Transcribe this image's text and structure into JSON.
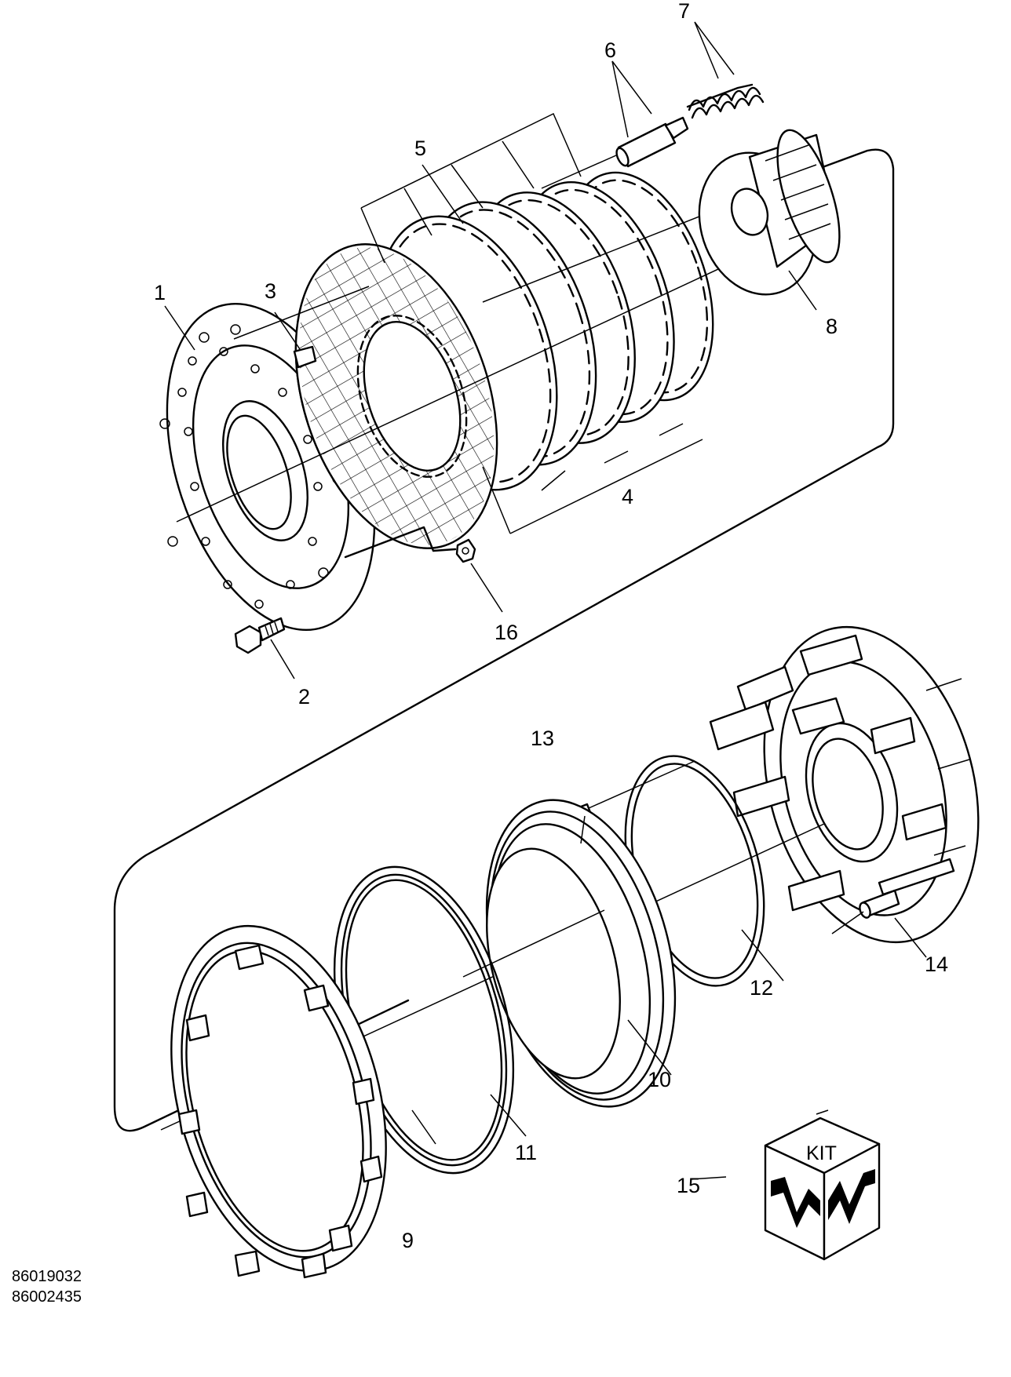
{
  "labels": {
    "n1": "1",
    "n2": "2",
    "n3": "3",
    "n4": "4",
    "n5": "5",
    "n6": "6",
    "n7": "7",
    "n8": "8",
    "n9": "9",
    "n10": "10",
    "n11": "11",
    "n12": "12",
    "n13": "13",
    "n14": "14",
    "n15": "15",
    "n16": "16"
  },
  "kit_text": "KIT",
  "codes": [
    "86019032",
    "86002435"
  ]
}
